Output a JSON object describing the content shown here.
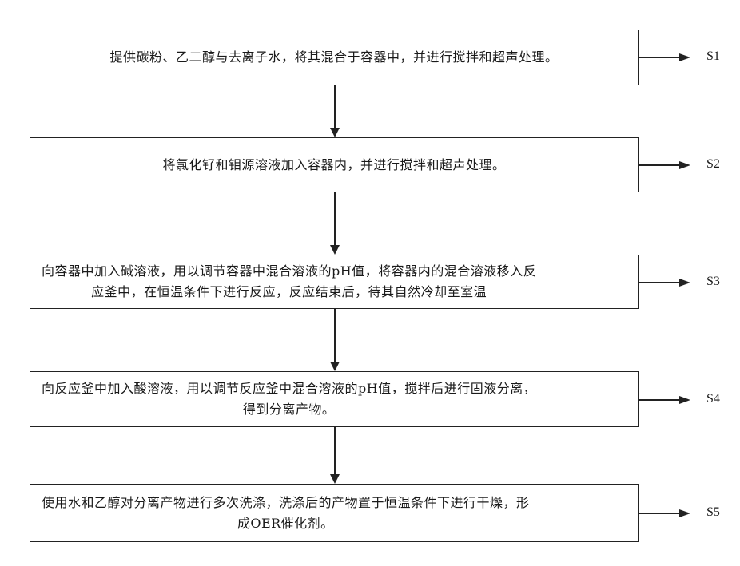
{
  "steps": [
    {
      "id": "S1",
      "line1": "提供碳粉、乙二醇与去离子水，将其混合于容器中，并进行搅拌和超声处理。",
      "line2": ""
    },
    {
      "id": "S2",
      "line1": "将氯化钌和钼源溶液加入容器内，并进行搅拌和超声处理。",
      "line2": ""
    },
    {
      "id": "S3",
      "line1": "向容器中加入碱溶液，用以调节容器中混合溶液的pH值，将容器内的混合溶液移入反",
      "line2": "应釜中，在恒温条件下进行反应，反应结束后，待其自然冷却至室温"
    },
    {
      "id": "S4",
      "line1": "向反应釜中加入酸溶液，用以调节反应釜中混合溶液的pH值，搅拌后进行固液分离，",
      "line2": "得到分离产物。"
    },
    {
      "id": "S5",
      "line1": "使用水和乙醇对分离产物进行多次洗涤，洗涤后的产物置于恒温条件下进行干燥，形",
      "line2": "成OER催化剂。"
    }
  ]
}
